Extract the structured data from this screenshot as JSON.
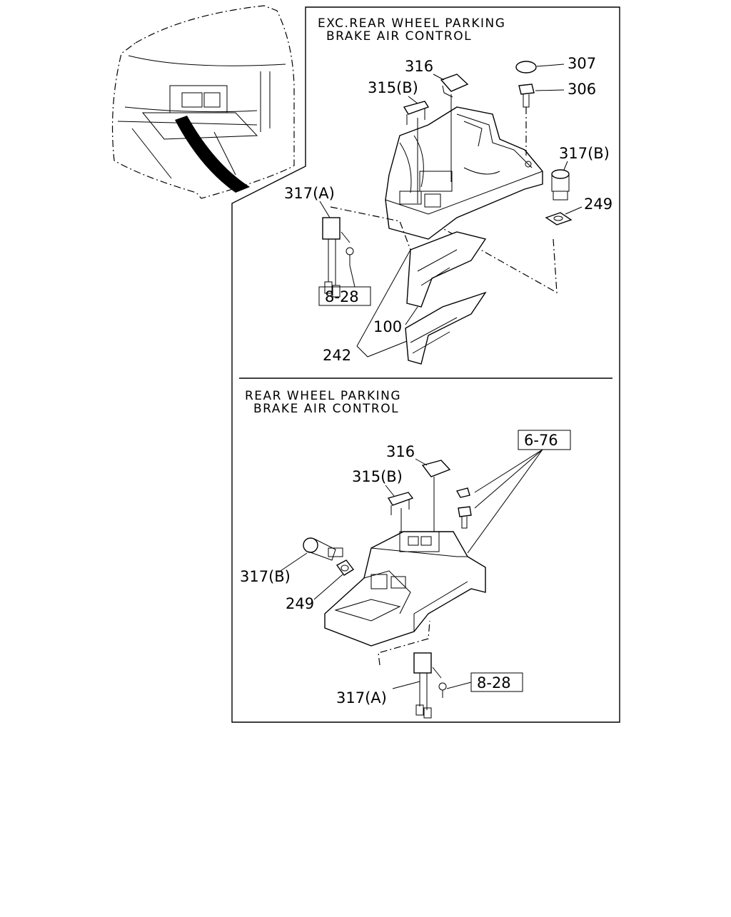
{
  "sections": [
    {
      "title_line1": "EXC.REAR WHEEL PARKING",
      "title_line2": "BRAKE AIR CONTROL",
      "labels": {
        "p316": "316",
        "p315b": "315(B)",
        "p307": "307",
        "p306": "306",
        "p317b": "317(B)",
        "p249": "249",
        "p317a": "317(A)",
        "ref828": "8-28",
        "p100": "100",
        "p242": "242"
      }
    },
    {
      "title_line1": "REAR WHEEL PARKING",
      "title_line2": "BRAKE AIR CONTROL",
      "labels": {
        "ref676": "6-76",
        "p316": "316",
        "p315b": "315(B)",
        "p317b": "317(B)",
        "p249": "249",
        "p317a": "317(A)",
        "ref828": "8-28"
      }
    }
  ]
}
